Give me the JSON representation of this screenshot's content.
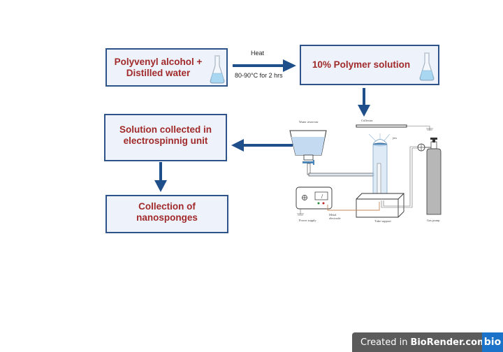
{
  "diagram": {
    "boxes": {
      "pva": {
        "line1": "Polyvenyl alcohol +",
        "line2": "Distilled water"
      },
      "polymer": {
        "line1": "10% Polymer solution"
      },
      "solution": {
        "line1": "Solution collected in",
        "line2": "electrospinnig unit"
      },
      "collection": {
        "line1": "Collection of",
        "line2": "nanosponges"
      }
    },
    "arrow_labels": {
      "heat": "Heat",
      "condition": "80-90°C for 2 hrs"
    },
    "apparatus_labels": {
      "water_reservoir": "Water reservoir",
      "collector": "Collector",
      "jets": "jets",
      "power_supply": "Power supply",
      "metal_electrode_1": "Metal",
      "metal_electrode_2": "electrode",
      "tube_support": "Tube support",
      "gas_pump": "Gas pump"
    },
    "colors": {
      "box_fill": "#edf2fb",
      "box_border": "#2e5389",
      "box_text": "#a12a2a",
      "arrow": "#1f4f8a"
    }
  },
  "badge": {
    "created_in": "Created in",
    "brand": "BioRender.com",
    "logo": "bio"
  }
}
